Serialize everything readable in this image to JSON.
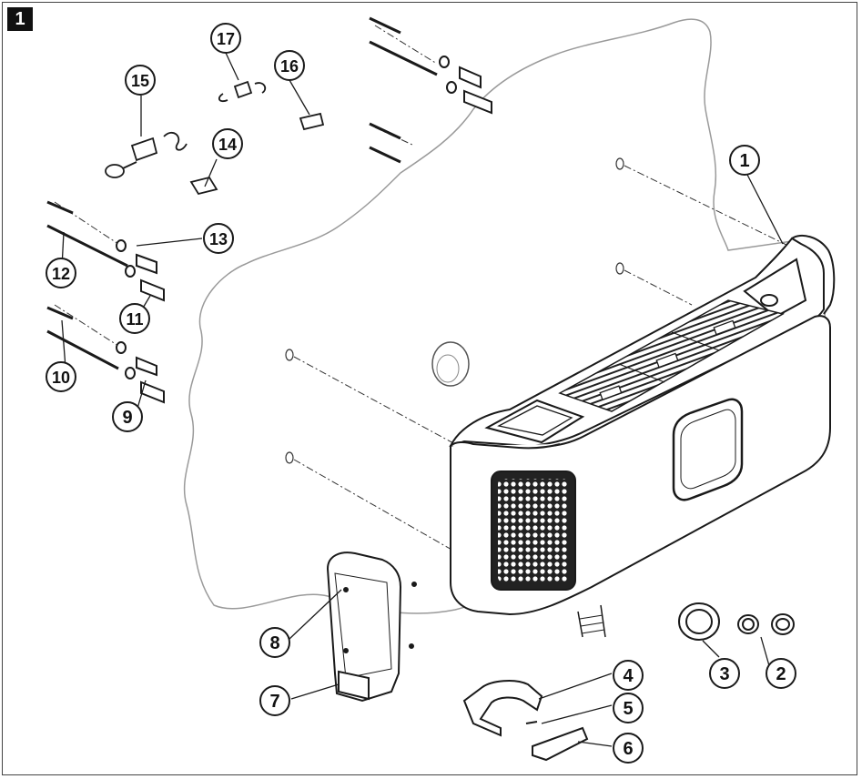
{
  "figure_label": "1",
  "callouts": [
    {
      "id": "c1",
      "text": "1"
    },
    {
      "id": "c2",
      "text": "2"
    },
    {
      "id": "c3",
      "text": "3"
    },
    {
      "id": "c4",
      "text": "4"
    },
    {
      "id": "c5",
      "text": "5"
    },
    {
      "id": "c6",
      "text": "6"
    },
    {
      "id": "c7",
      "text": "7"
    },
    {
      "id": "c8",
      "text": "8"
    },
    {
      "id": "c9",
      "text": "9"
    },
    {
      "id": "c10",
      "text": "10"
    },
    {
      "id": "c11",
      "text": "11"
    },
    {
      "id": "c12",
      "text": "12"
    },
    {
      "id": "c13",
      "text": "13"
    },
    {
      "id": "c14",
      "text": "14"
    },
    {
      "id": "c15",
      "text": "15"
    },
    {
      "id": "c16",
      "text": "16"
    },
    {
      "id": "c17",
      "text": "17"
    }
  ],
  "colors": {
    "line": "#1a1a1a",
    "wall": "#9a9a9a",
    "heater_fill": "#ffffff",
    "grille": "#222222"
  }
}
